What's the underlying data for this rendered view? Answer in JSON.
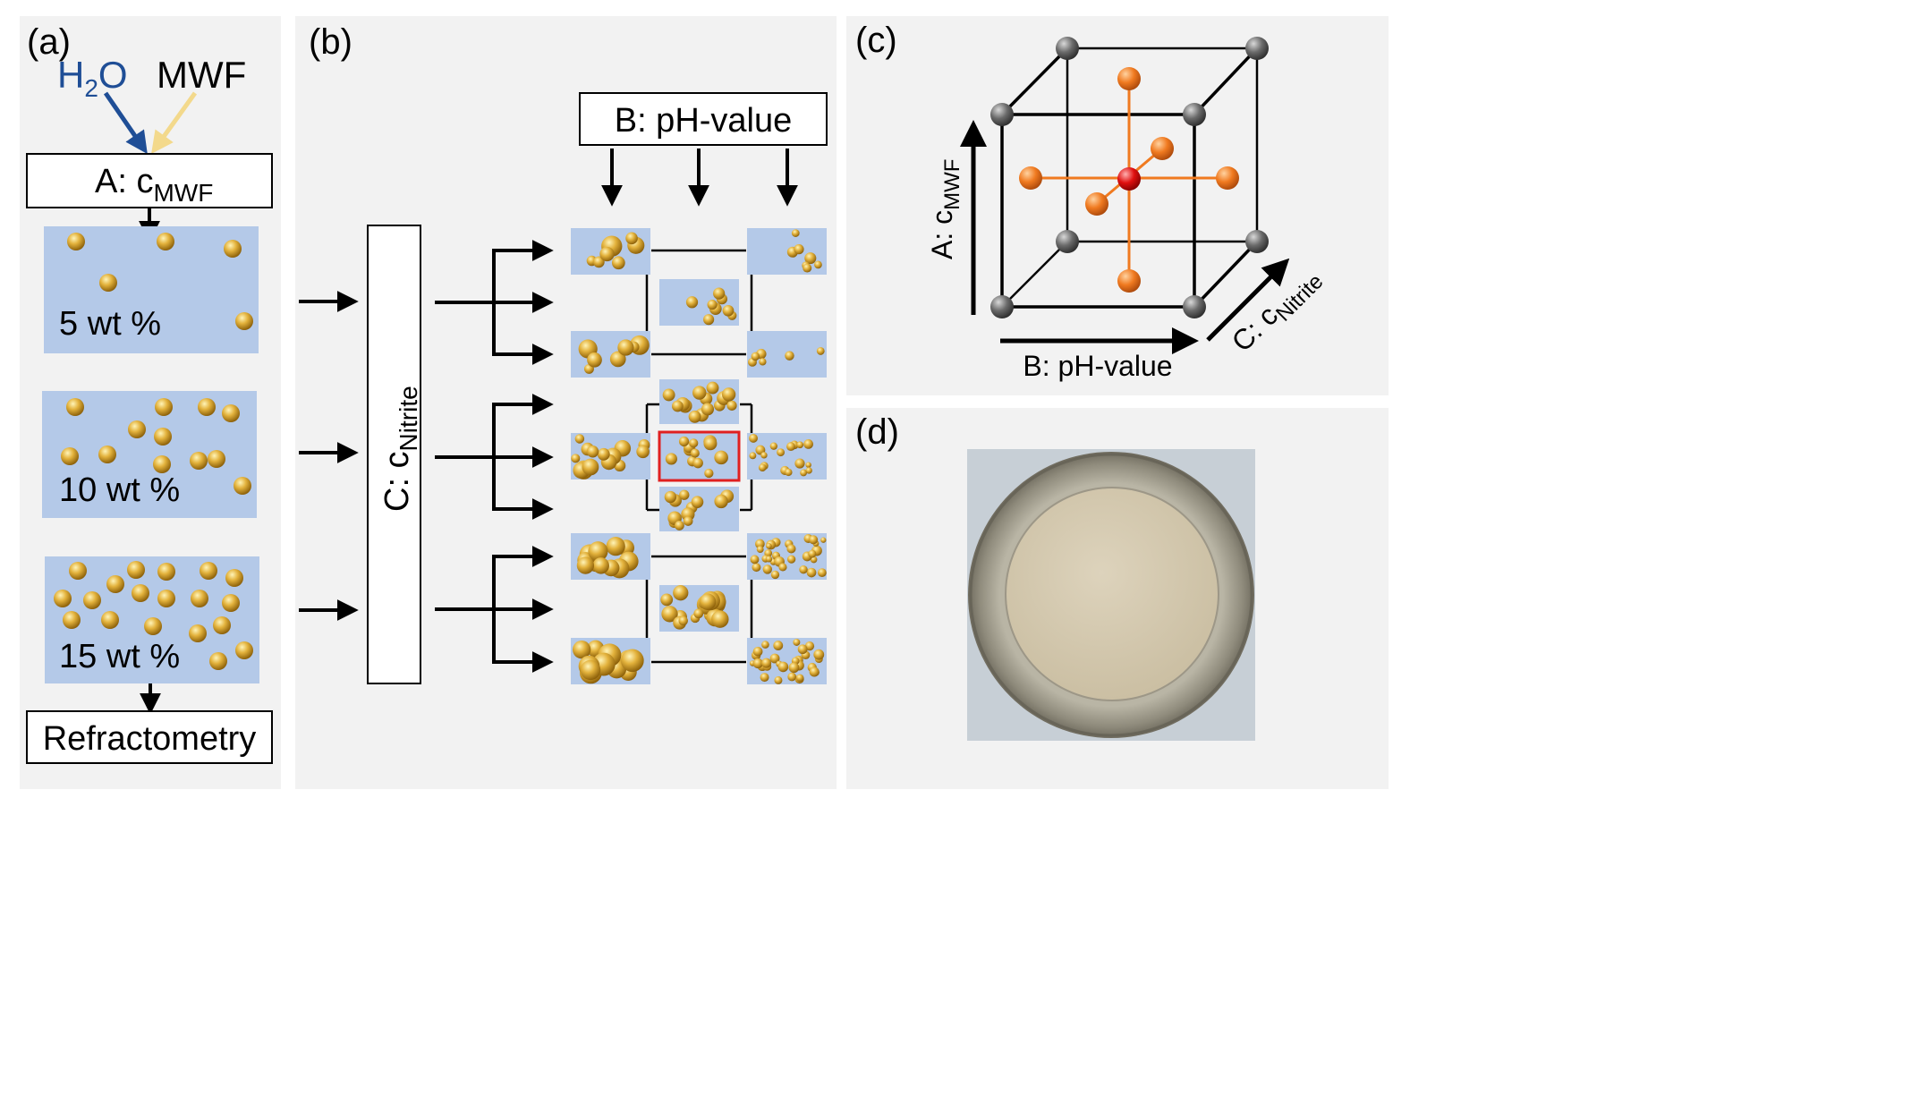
{
  "panels": {
    "a": {
      "label": "(a)",
      "water": {
        "main": "H",
        "sub": "2",
        "tail": "O"
      },
      "mwf": "MWF",
      "factor": {
        "main": "A: c",
        "sub": "MWF"
      },
      "samples": [
        "5 wt %",
        "10 wt %",
        "15 wt %"
      ],
      "measurement": "Refractometry"
    },
    "b": {
      "label": "(b)",
      "factor_b": "B: pH-value",
      "factor_c": {
        "main": "C: c",
        "sub": "Nitrite"
      }
    },
    "c": {
      "label": "(c)",
      "axis_a": {
        "main": "A: c",
        "sub": "MWF"
      },
      "axis_b": "B: pH-value",
      "axis_c": {
        "main": "C: c",
        "sub": "Nitrite"
      }
    },
    "d": {
      "label": "(d)"
    }
  },
  "colors": {
    "panel_bg": "#f2f2f2",
    "sample_bg": "#b4c9e8",
    "water_arrow": "#1f4e96",
    "mwf_arrow": "#f3d98c",
    "droplet_gold": "#d9a520",
    "corner_sphere": "#555555",
    "axial_sphere": "#f07a20",
    "center_sphere": "#e01010",
    "highlight_box": "#e02020",
    "dish_rim": "#9c9a8e",
    "emulsion": "#d6ccb4"
  }
}
